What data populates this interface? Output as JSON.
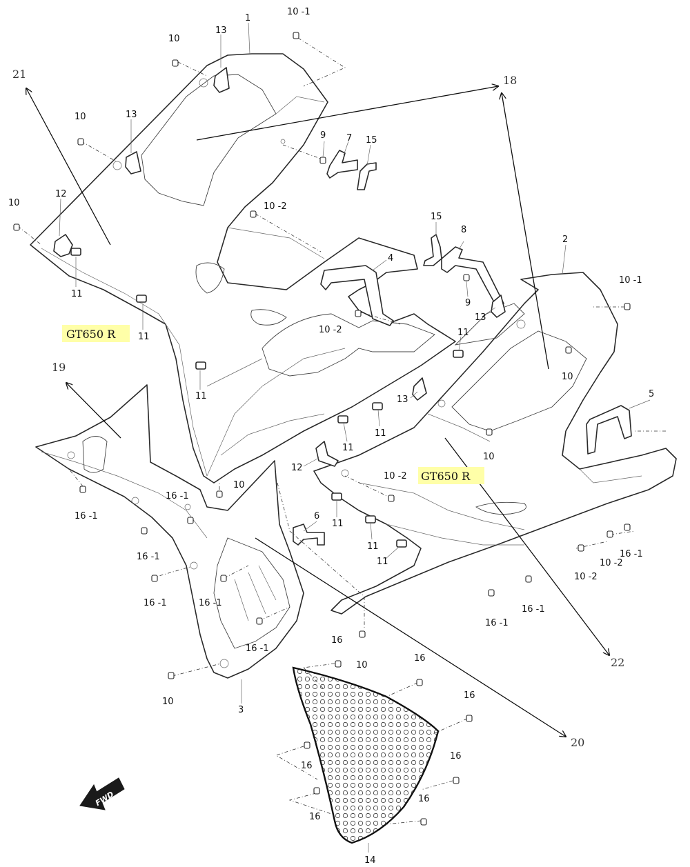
{
  "diagram": {
    "model_tags": [
      "GT650 R",
      "GT650 R"
    ],
    "fwd_label": "FWD",
    "callouts": {
      "c1": "1",
      "c2": "2",
      "c3": "3",
      "c4": "4",
      "c5": "5",
      "c6": "6",
      "c7": "7",
      "c8": "8",
      "c9a": "9",
      "c9b": "9",
      "c10a": "10",
      "c10b": "10",
      "c10c": "10",
      "c10d": "10",
      "c10e": "10",
      "c10f": "10",
      "c10g": "10",
      "c10h": "10",
      "c101a": "10 -1",
      "c101b": "10 -1",
      "c102a": "10 -2",
      "c102b": "10 -2",
      "c102c": "10 -2",
      "c102d": "10 -2",
      "c102e": "10 -2",
      "c11a": "11",
      "c11b": "11",
      "c11c": "11",
      "c11d": "11",
      "c11e": "11",
      "c11f": "11",
      "c11g": "11",
      "c11h": "11",
      "c11i": "11",
      "c12a": "12",
      "c12b": "12",
      "c13a": "13",
      "c13b": "13",
      "c13c": "13",
      "c13d": "13",
      "c14": "14",
      "c15a": "15",
      "c15b": "15",
      "c16a": "16",
      "c16b": "16",
      "c16c": "16",
      "c16d": "16",
      "c16e": "16",
      "c16f": "16",
      "c16g": "16",
      "c161a": "16 -1",
      "c161b": "16 -1",
      "c161c": "16 -1",
      "c161d": "16 -1",
      "c161e": "16 -1",
      "c161f": "16 -1",
      "c161g": "16 -1",
      "c161h": "16 -1",
      "c161i": "16 -1",
      "r18": "18",
      "r19": "19",
      "r20": "20",
      "r21": "21",
      "r22": "22"
    }
  }
}
